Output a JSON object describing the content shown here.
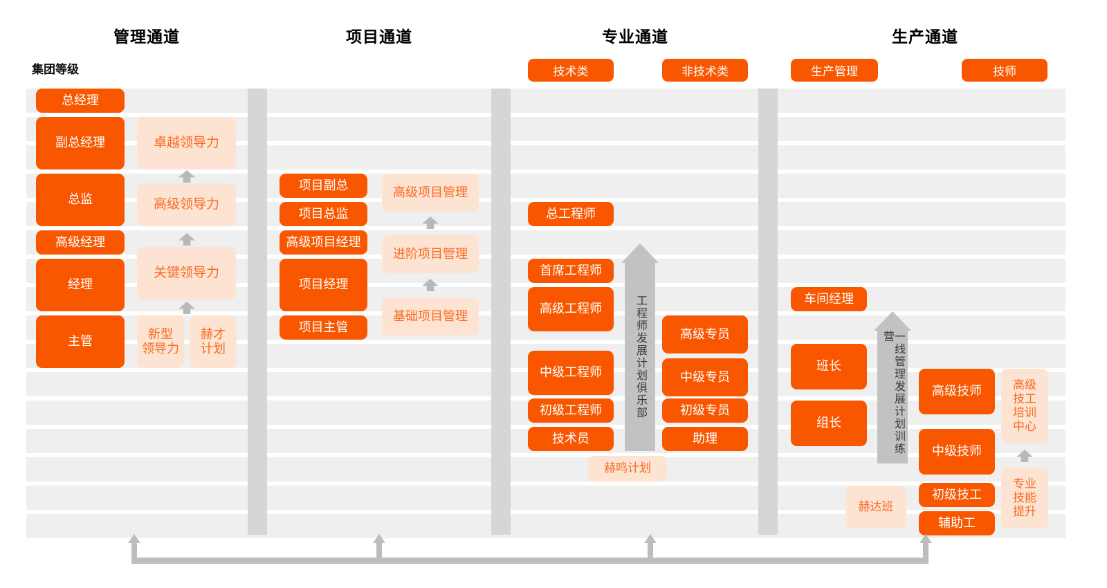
{
  "meta": {
    "group_level_label": "集团等级",
    "colors": {
      "solid_orange": "#f95600",
      "soft_peach": "#fde3d2",
      "soft_text": "#f96a20",
      "row_band": "#efefef",
      "separator": "#d6d6d6",
      "arrow_gray": "#bdbdbd",
      "background": "#ffffff"
    }
  },
  "channels": [
    {
      "id": "management",
      "title": "管理通道"
    },
    {
      "id": "project",
      "title": "项目通道"
    },
    {
      "id": "专业",
      "title": "专业通道"
    },
    {
      "id": "production",
      "title": "生产通道"
    }
  ],
  "category_pills": [
    {
      "label": "技术类"
    },
    {
      "label": "非技术类"
    },
    {
      "label": "生产管理"
    },
    {
      "label": "技师"
    }
  ],
  "management": {
    "positions": [
      {
        "label": "总经理"
      },
      {
        "label": "副总经理"
      },
      {
        "label": "总监"
      },
      {
        "label": "高级经理"
      },
      {
        "label": "经理"
      },
      {
        "label": "主管"
      }
    ],
    "programs": [
      {
        "label": "卓越领导力"
      },
      {
        "label": "高级领导力"
      },
      {
        "label": "关键领导力"
      },
      {
        "label": "新型\n领导力"
      },
      {
        "label": "赫才\n计划"
      }
    ]
  },
  "project": {
    "positions": [
      {
        "label": "项目副总"
      },
      {
        "label": "项目总监"
      },
      {
        "label": "高级项目经理"
      },
      {
        "label": "项目经理"
      },
      {
        "label": "项目主管"
      }
    ],
    "programs": [
      {
        "label": "高级项目管理"
      },
      {
        "label": "进阶项目管理"
      },
      {
        "label": "基础项目管理"
      }
    ]
  },
  "professional": {
    "technical_positions": [
      {
        "label": "总工程师"
      },
      {
        "label": "首席工程师"
      },
      {
        "label": "高级工程师"
      },
      {
        "label": "中级工程师"
      },
      {
        "label": "初级工程师"
      },
      {
        "label": "技术员"
      }
    ],
    "nontechnical_positions": [
      {
        "label": "高级专员"
      },
      {
        "label": "中级专员"
      },
      {
        "label": "初级专员"
      },
      {
        "label": "助理"
      }
    ],
    "development_arrow": "工程师发展计划俱乐部",
    "programs": [
      {
        "label": "赫鸣计划"
      }
    ]
  },
  "production": {
    "management_positions": [
      {
        "label": "车间经理"
      },
      {
        "label": "班长"
      },
      {
        "label": "组长"
      }
    ],
    "technician_positions": [
      {
        "label": "高级技师"
      },
      {
        "label": "中级技师"
      },
      {
        "label": "初级技工"
      },
      {
        "label": "辅助工"
      }
    ],
    "development_arrow": "一线管理发展计划训练营",
    "programs": [
      {
        "label": "赫达班"
      },
      {
        "label": "高级\n技工\n培训\n中心"
      },
      {
        "label": "专业\n技能\n提升"
      }
    ]
  }
}
